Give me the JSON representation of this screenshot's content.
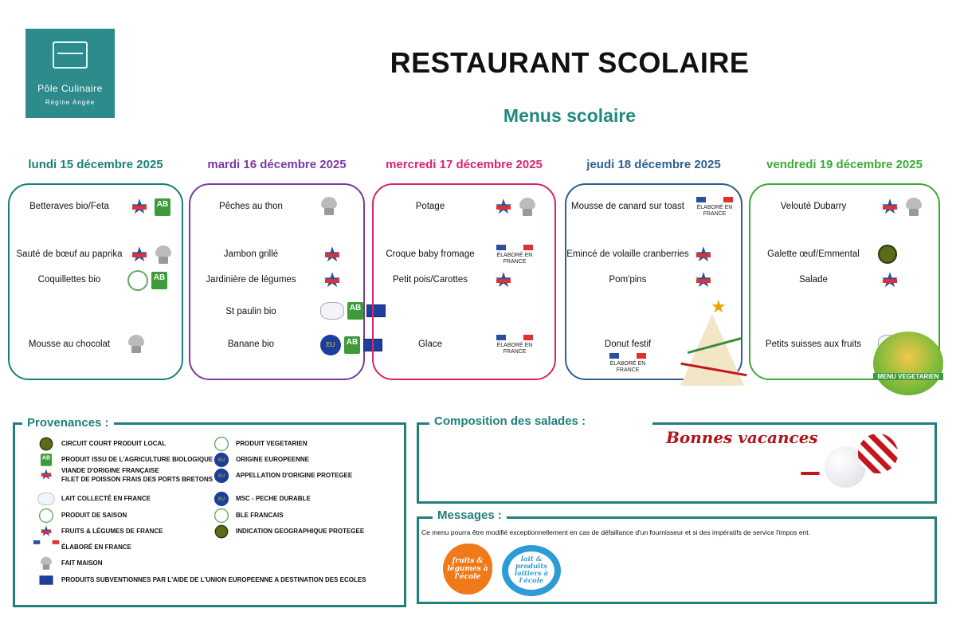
{
  "logo": {
    "line1": "Pôle Culinaire",
    "line2": "Régine Angée"
  },
  "title": "RESTAURANT SCOLAIRE",
  "subtitle": "Menus scolaire",
  "colors": {
    "lundi": "#1a7f7a",
    "mardi": "#7a3aa0",
    "mercredi": "#d6246e",
    "jeudi": "#2f5f8f",
    "vendredi": "#3aaa35",
    "section": "#1f7f7a"
  },
  "days": [
    {
      "label": "lundi 15 décembre 2025",
      "items": [
        {
          "name": "Betteraves bio/Feta",
          "icons": [
            "fruits-legumes-france",
            "bio-ab"
          ]
        },
        {
          "name": "Sauté de bœuf au paprika",
          "icons": [
            "viande-francaise",
            "fait-maison"
          ]
        },
        {
          "name": "Coquillettes bio",
          "icons": [
            "ble-francais",
            "bio-ab"
          ]
        },
        {
          "name": "Mousse au chocolat",
          "icons": [
            "fait-maison"
          ]
        }
      ]
    },
    {
      "label": "mardi 16 décembre 2025",
      "items": [
        {
          "name": "Pêches au thon",
          "icons": [
            "fait-maison"
          ]
        },
        {
          "name": "Jambon grillé",
          "icons": [
            "viande-francaise"
          ]
        },
        {
          "name": "Jardinière de légumes",
          "icons": [
            "fruits-legumes-france"
          ]
        },
        {
          "name": "St paulin bio",
          "icons": [
            "lait-france",
            "bio-ab",
            "eu-flag"
          ]
        },
        {
          "name": "Banane bio",
          "icons": [
            "origine-europeenne",
            "bio-ab",
            "eu-flag"
          ]
        }
      ]
    },
    {
      "label": "mercredi 17 décembre 2025",
      "items": [
        {
          "name": "Potage",
          "icons": [
            "fruits-legumes-france",
            "fait-maison"
          ]
        },
        {
          "name": "Croque baby fromage",
          "icons": [
            "elabore-en-france"
          ]
        },
        {
          "name": "Petit pois/Carottes",
          "icons": [
            "fruits-legumes-france"
          ]
        },
        {
          "name": "Glace",
          "icons": [
            "elabore-en-france"
          ]
        }
      ]
    },
    {
      "label": "jeudi 18 décembre 2025",
      "items": [
        {
          "name": "Mousse de canard sur toast",
          "icons": [
            "elabore-en-france"
          ]
        },
        {
          "name": "Emincé de volaille cranberries",
          "icons": [
            "viande-francaise"
          ]
        },
        {
          "name": "Pom'pins",
          "icons": [
            "fruits-legumes-france"
          ]
        },
        {
          "name": "Donut festif",
          "icons": [
            "elabore-en-france"
          ]
        }
      ]
    },
    {
      "label": "vendredi 19 décembre 2025",
      "items": [
        {
          "name": "Velouté Dubarry",
          "icons": [
            "fruits-legumes-france",
            "fait-maison"
          ]
        },
        {
          "name": "Galette œuf/Emmental",
          "icons": [
            "circuit-court-local"
          ]
        },
        {
          "name": "Salade",
          "icons": [
            "fruits-legumes-france"
          ]
        },
        {
          "name": "Petits suisses aux fruits",
          "icons": [
            "lait-france"
          ]
        }
      ],
      "badge": "MENU VEGETARIEN"
    }
  ],
  "elabore_label": "ÉLABORÉ EN FRANCE",
  "provenances": {
    "title": "Provenances :",
    "left": [
      "CIRCUIT COURT PRODUIT LOCAL",
      "PRODUIT ISSU DE L'AGRICULTURE BIOLOGIQUE",
      "VIANDE D'ORIGINE FRANÇAISE",
      "FILET DE POISSON FRAIS DES PORTS BRETONS",
      "LAIT COLLECTÉ EN FRANCE",
      "PRODUIT DE SAISON",
      "FRUITS & LÉGUMES DE FRANCE",
      "ÉLABORÉ EN FRANCE",
      "FAIT MAISON",
      "PRODUITS SUBVENTIONNES PAR L'AIDE DE L'UNION EUROPEENNE A DESTINATION DES ECOLES"
    ],
    "right": [
      "PRODUIT VEGETARIEN",
      "ORIGINE EUROPEENNE",
      "APPELLATION D'ORIGINE PROTEGEE",
      "MSC - PECHE DURABLE",
      "BLE FRANCAIS",
      "INDICATION GEOGRAPHIQUE PROTEGEE"
    ]
  },
  "salades": {
    "title": "Composition des salades :",
    "greeting": "Bonnes vacances"
  },
  "messages": {
    "title": "Messages :",
    "text": "Ce menu pourra être modifié exceptionnellement en cas de défaillance d'un fournisseur et si des impératifs de service l'impos ent.",
    "logo1": "fruits & légumes à l'école",
    "logo2": "lait & produits laitiers à l'école"
  }
}
